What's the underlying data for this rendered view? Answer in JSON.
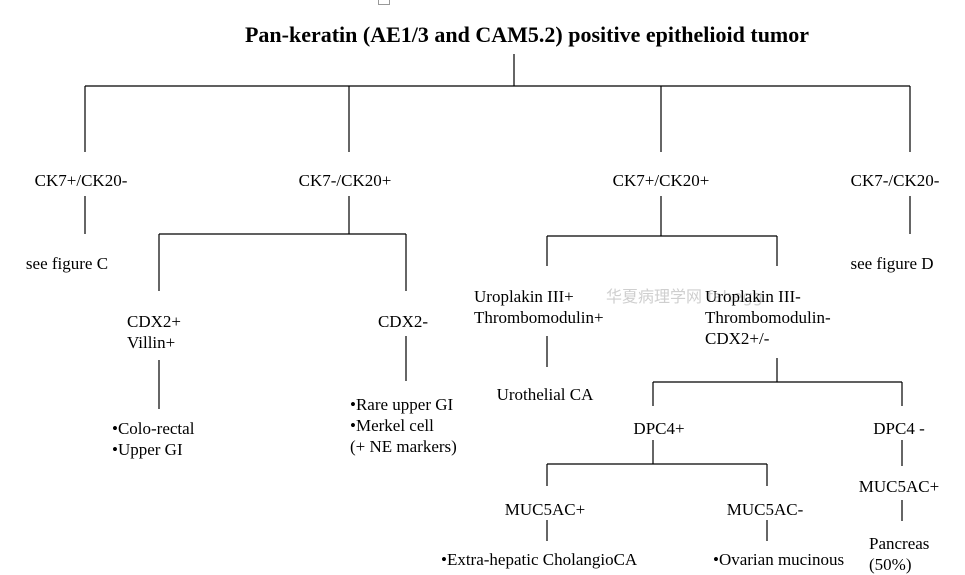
{
  "title": "Pan-keratin (AE1/3 and CAM5.2) positive epithelioid tumor",
  "watermark": "华夏病理学网 fahegg",
  "nodes": {
    "ck7p_ck20n": "CK7+/CK20-",
    "ck7n_ck20p": "CK7-/CK20+",
    "ck7p_ck20p": "CK7+/CK20+",
    "ck7n_ck20n": "CK7-/CK20-",
    "see_c": "see figure C",
    "see_d": "see figure D",
    "cdx2_villin": [
      "CDX2+",
      "Villin+"
    ],
    "cdx2_neg": "CDX2-",
    "colo_upper": [
      "•Colo-rectal",
      "•Upper GI"
    ],
    "rare_merkel": [
      "•Rare upper GI",
      "•Merkel cell",
      "(+ NE markers)"
    ],
    "uro_pos": [
      "Uroplakin III+",
      "Thrombomodulin+"
    ],
    "uro_neg": [
      "Uroplakin III-",
      "Thrombomodulin-",
      "CDX2+/-"
    ],
    "urothelial": "Urothelial CA",
    "dpc4_pos": "DPC4+",
    "dpc4_neg": "DPC4 -",
    "muc_pos_left": "MUC5AC+",
    "muc_neg": "MUC5AC-",
    "muc_pos_right": "MUC5AC+",
    "extra_hepatic": "•Extra-hepatic CholangioCA",
    "ovarian": "•Ovarian mucinous",
    "pancreas": [
      "Pancreas",
      "(50%)"
    ]
  }
}
